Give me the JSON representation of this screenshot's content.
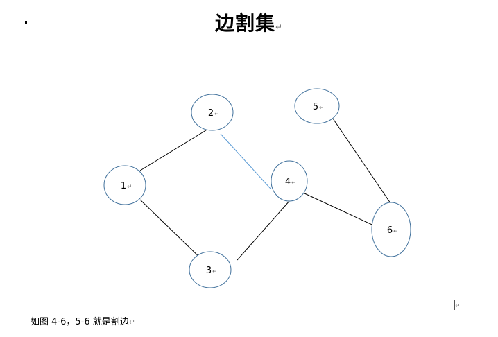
{
  "document": {
    "title": "边割集",
    "paragraph_mark": "↵",
    "caption": "如图 4-6，5-6 就是割边"
  },
  "graph": {
    "nodes": [
      {
        "id": "1",
        "label": "1"
      },
      {
        "id": "2",
        "label": "2"
      },
      {
        "id": "3",
        "label": "3"
      },
      {
        "id": "4",
        "label": "4"
      },
      {
        "id": "5",
        "label": "5"
      },
      {
        "id": "6",
        "label": "6"
      }
    ],
    "edges": [
      {
        "from": "1",
        "to": "2",
        "color": "#000000"
      },
      {
        "from": "1",
        "to": "3",
        "color": "#000000"
      },
      {
        "from": "2",
        "to": "4",
        "color": "#5b9bd5"
      },
      {
        "from": "3",
        "to": "4",
        "color": "#000000"
      },
      {
        "from": "4",
        "to": "6",
        "color": "#000000"
      },
      {
        "from": "5",
        "to": "6",
        "color": "#000000"
      }
    ],
    "node_stroke": "#41719c"
  }
}
